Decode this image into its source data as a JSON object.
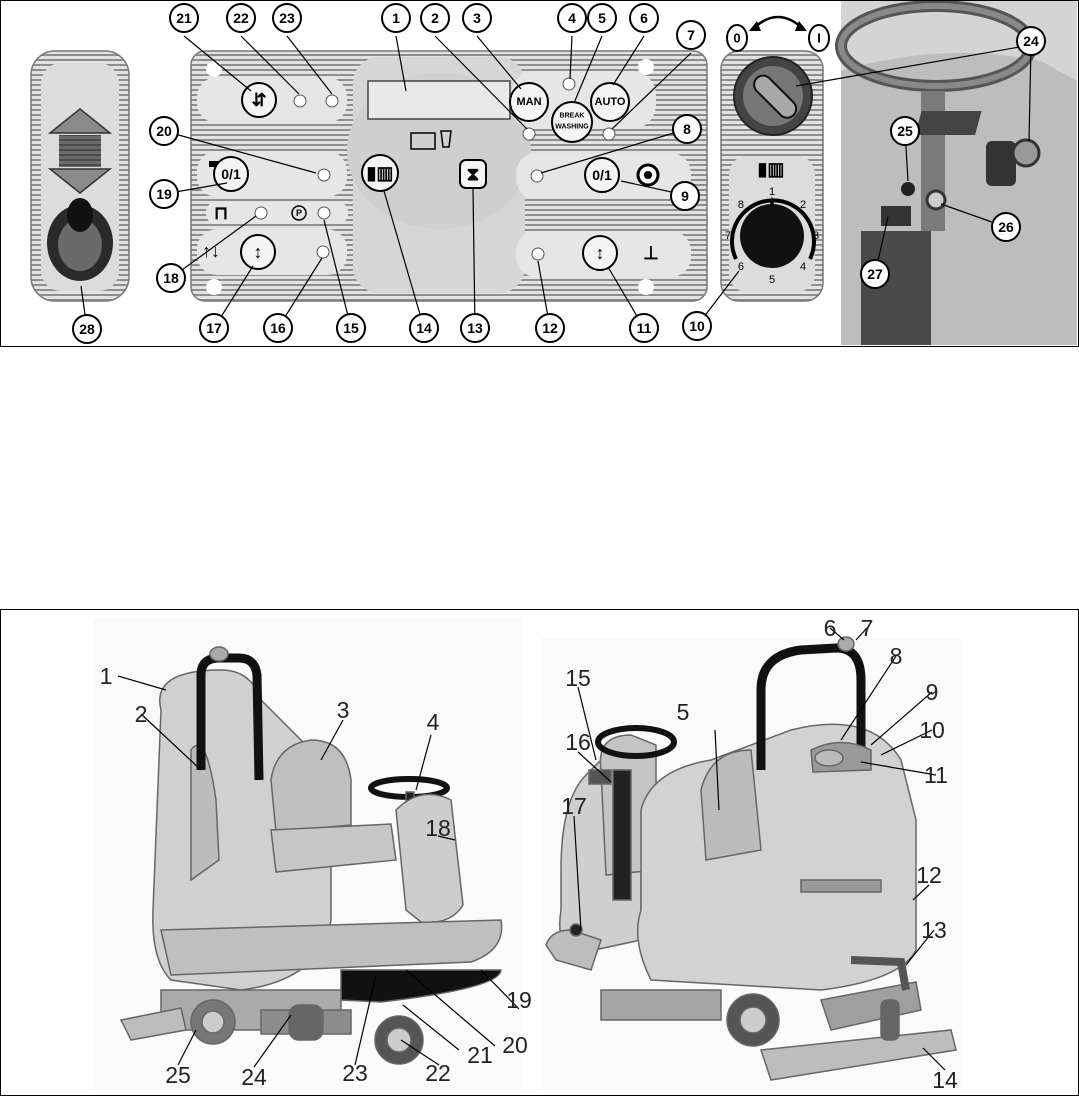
{
  "control_panel": {
    "buttons": {
      "man": "MAN",
      "break_washing_line1": "BREAK",
      "break_washing_line2": "WASHING",
      "auto": "AUTO",
      "on_off": "0/1",
      "parking": "P"
    },
    "key_switch": {
      "off": "0",
      "on": "I"
    },
    "dial_numbers": [
      "1",
      "2",
      "3",
      "4",
      "5",
      "6",
      "7",
      "8"
    ],
    "callouts": [
      "1",
      "2",
      "3",
      "4",
      "5",
      "6",
      "7",
      "8",
      "9",
      "10",
      "11",
      "12",
      "13",
      "14",
      "15",
      "16",
      "17",
      "18",
      "19",
      "20",
      "21",
      "22",
      "23",
      "24",
      "25",
      "26",
      "27",
      "28"
    ]
  },
  "machine": {
    "callouts": [
      "1",
      "2",
      "3",
      "4",
      "5",
      "6",
      "7",
      "8",
      "9",
      "10",
      "11",
      "12",
      "13",
      "14",
      "15",
      "16",
      "17",
      "18",
      "19",
      "20",
      "21",
      "22",
      "23",
      "24",
      "25"
    ]
  },
  "colors": {
    "panel": "#d9d9d9",
    "stripes": "#9a9a9a",
    "machine": "#c8c8c8",
    "outline": "#000000"
  }
}
